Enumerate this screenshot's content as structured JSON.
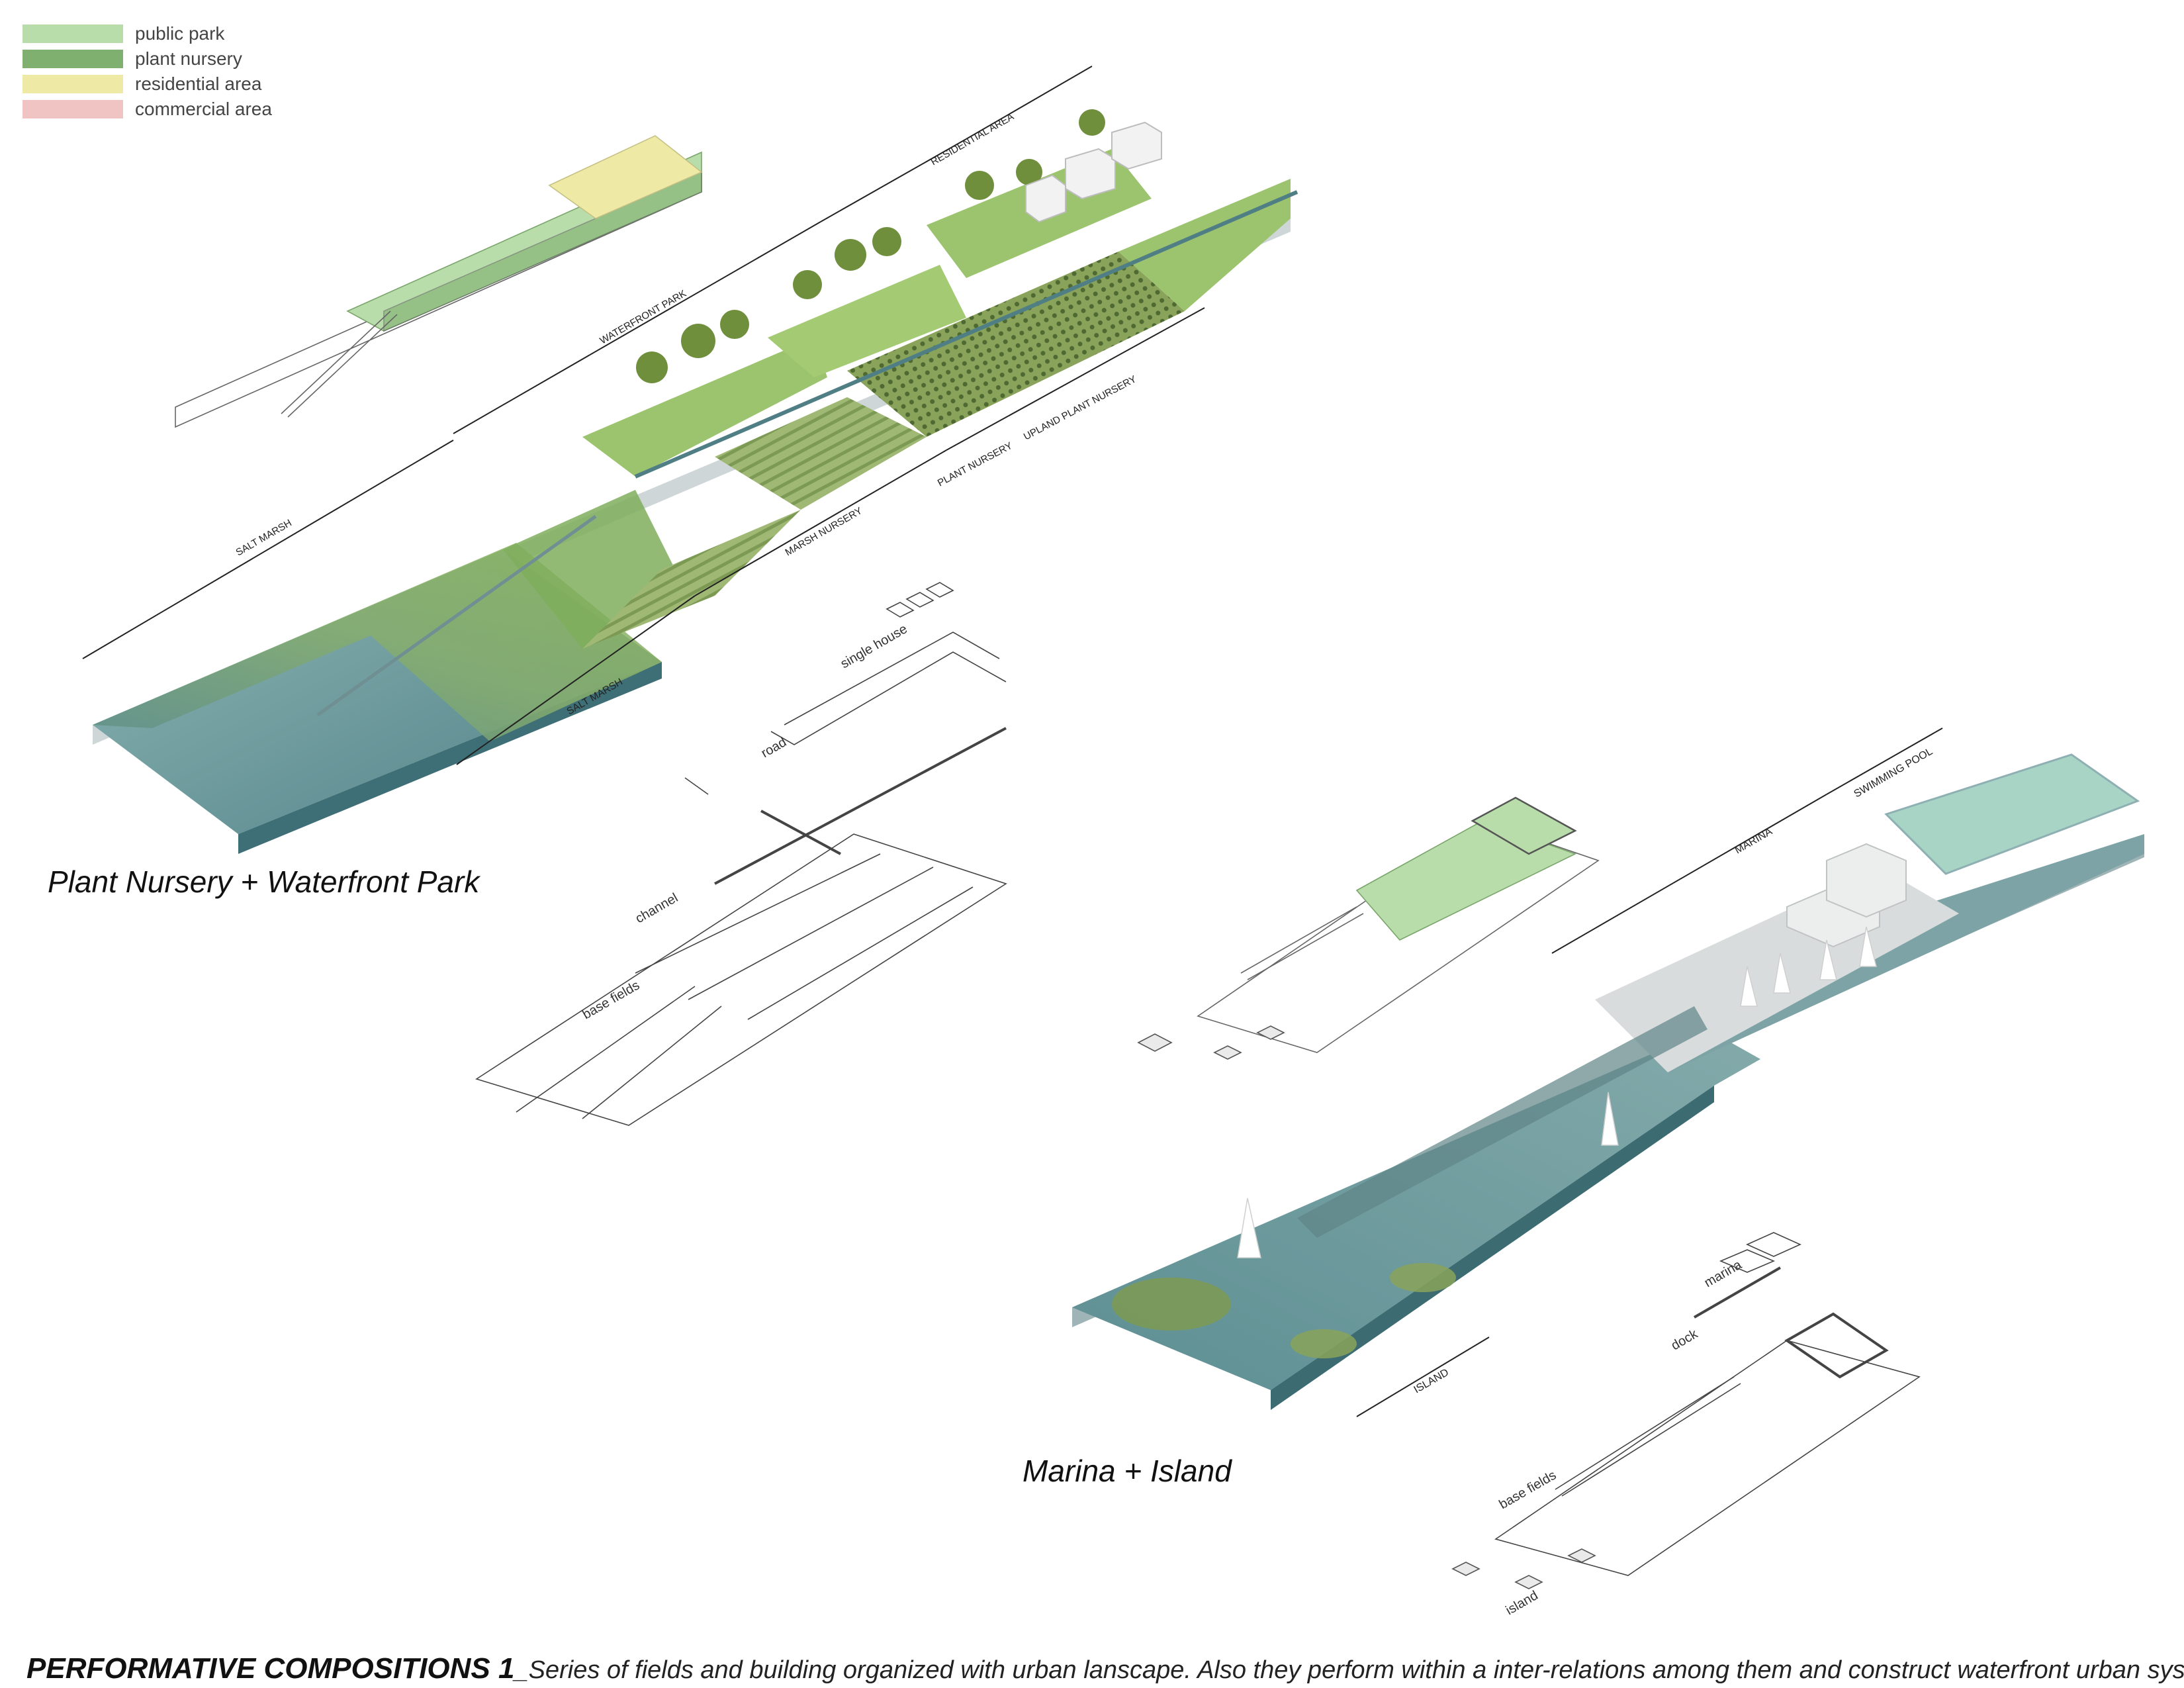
{
  "legend": [
    {
      "label": "public park",
      "color": "#b8ddaa"
    },
    {
      "label": "plant nursery",
      "color": "#7fb06f"
    },
    {
      "label": "residential area",
      "color": "#eeeaa6"
    },
    {
      "label": "commercial area",
      "color": "#f1c4c4"
    }
  ],
  "titles": {
    "left": "Plant Nursery + Waterfront Park",
    "right": "Marina + Island"
  },
  "zones_left": {
    "residential": "RESIDENTIAL AREA",
    "waterfront_park": "WATERFRONT PARK",
    "upland_nursery": "UPLAND PLANT NURSERY",
    "plant_nursery": "PLANT NURSERY",
    "marsh_nursery": "MARSH NURSERY",
    "salt_marsh_upper": "SALT MARSH",
    "salt_marsh_lower": "SALT MARSH"
  },
  "zones_right": {
    "swimming_pool": "SWIMMING POOL",
    "marina": "MARINA",
    "island": "ISLAND"
  },
  "exploded_left": {
    "single_house": "single house",
    "road": "road",
    "channel": "channel",
    "base_fields": "base fields"
  },
  "exploded_right": {
    "marina": "marina",
    "dock": "dock",
    "base_fields": "base fields",
    "island": "island"
  },
  "caption": {
    "heading": "PERFORMATIVE COMPOSITIONS 1",
    "text": "_Series of fields and building organized with urban lanscape. Also they perform within a inter-relations among them and construct waterfront urban system."
  },
  "colors": {
    "water": "#6f9ea3",
    "water_dark": "#4f7f85",
    "marsh": "#7fa868",
    "grass": "#9cc46f",
    "nursery": "#7d9a52",
    "plaza": "#d9dcdc",
    "pool": "#a8d4c6"
  }
}
